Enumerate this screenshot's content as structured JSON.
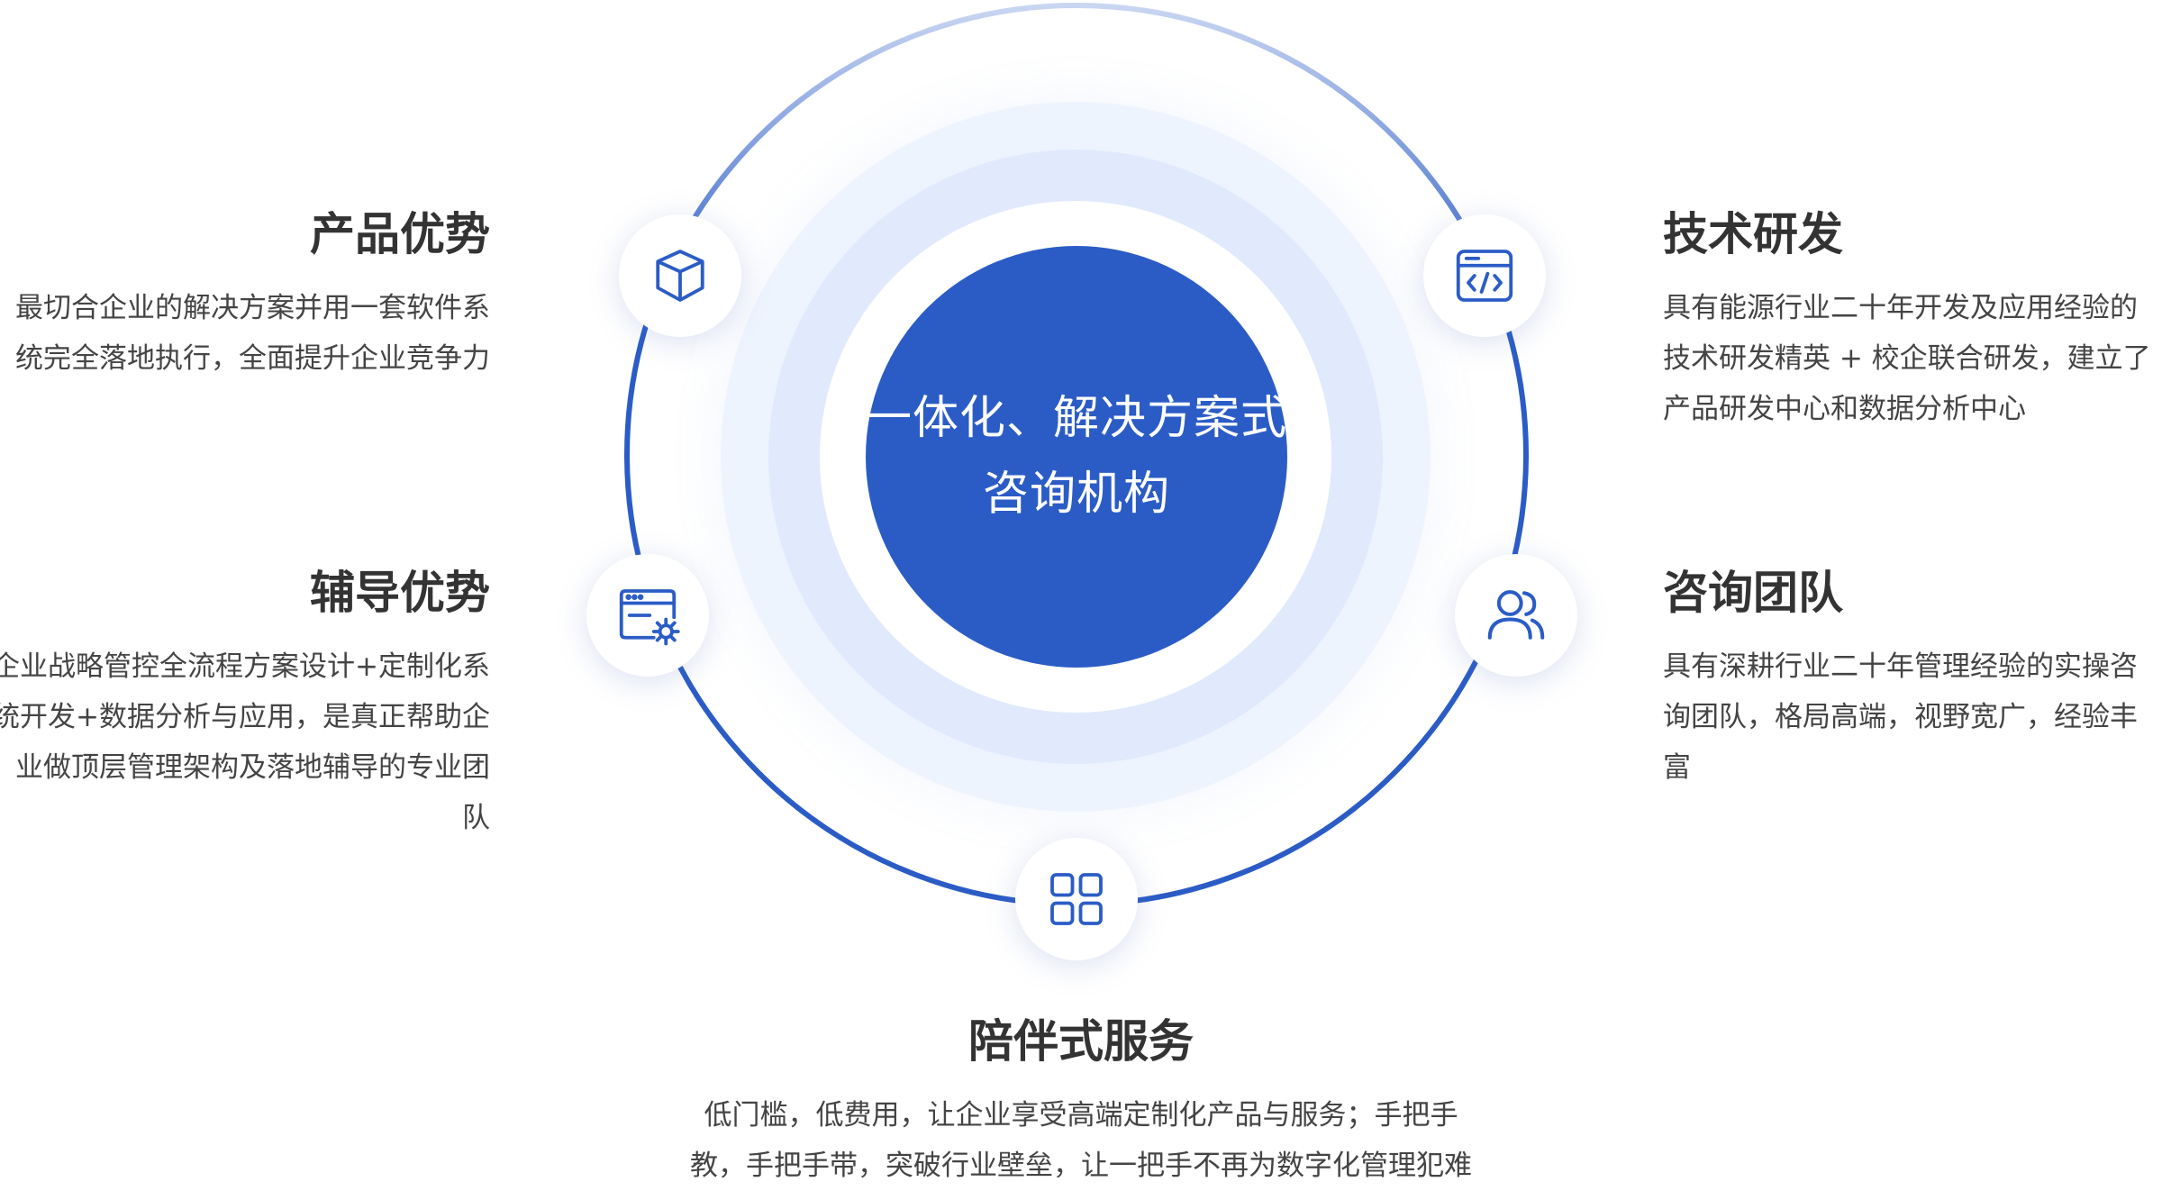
{
  "center": {
    "line1": "一体化、解决方案式",
    "line2": "咨询机构"
  },
  "features": {
    "product": {
      "title": "产品优势",
      "desc": "最切合企业的解决方案并用一套软件系统完全落地执行，全面提升企业竞争力",
      "icon": "cube-icon"
    },
    "tech": {
      "title": "技术研发",
      "desc": "具有能源行业二十年开发及应用经验的技术研发精英 + 校企联合研发，建立了产品研发中心和数据分析中心",
      "icon": "code-window-icon"
    },
    "coaching": {
      "title": "辅导优势",
      "desc": "企业战略管控全流程方案设计+定制化系统开发+数据分析与应用，是真正帮助企业做顶层管理架构及落地辅导的专业团队",
      "icon": "settings-window-icon"
    },
    "team": {
      "title": "咨询团队",
      "desc": "具有深耕行业二十年管理经验的实操咨询团队，格局高端，视野宽广，经验丰富",
      "icon": "users-icon"
    },
    "service": {
      "title": "陪伴式服务",
      "desc": "低门槛，低费用，让企业享受高端定制化产品与服务；手把手教，手把手带，突破行业壁垒，让一把手不再为数字化管理犯难",
      "icon": "grid-apps-icon"
    }
  },
  "colors": {
    "primary": "#2b5cc6",
    "icon": "#2b5cc6",
    "text": "#333333",
    "halo": "#e1eafc"
  }
}
